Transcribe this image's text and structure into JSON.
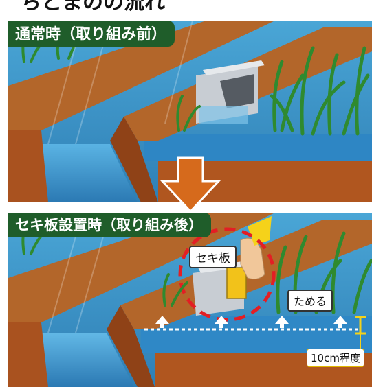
{
  "header_fragment": "ちとまのの流れ",
  "panel_before": {
    "title": "通常時（取り組み前）"
  },
  "panel_after": {
    "title": "セキ板設置時（取り組み後）",
    "board_label": "セキ板",
    "store_label": "ためる",
    "depth_label": "10cm程度"
  },
  "colors": {
    "water": "#3a8fc9",
    "earth": "#b05a25",
    "ridge_top": "#a86a2b",
    "label_bg": "#1f5d2a",
    "arrow": "#d66a1c",
    "circle": "#e31e24"
  },
  "icons": [
    "down-arrow-icon",
    "water-up-arrow-icon",
    "dashed-circle-icon",
    "gloved-hand-icon"
  ]
}
